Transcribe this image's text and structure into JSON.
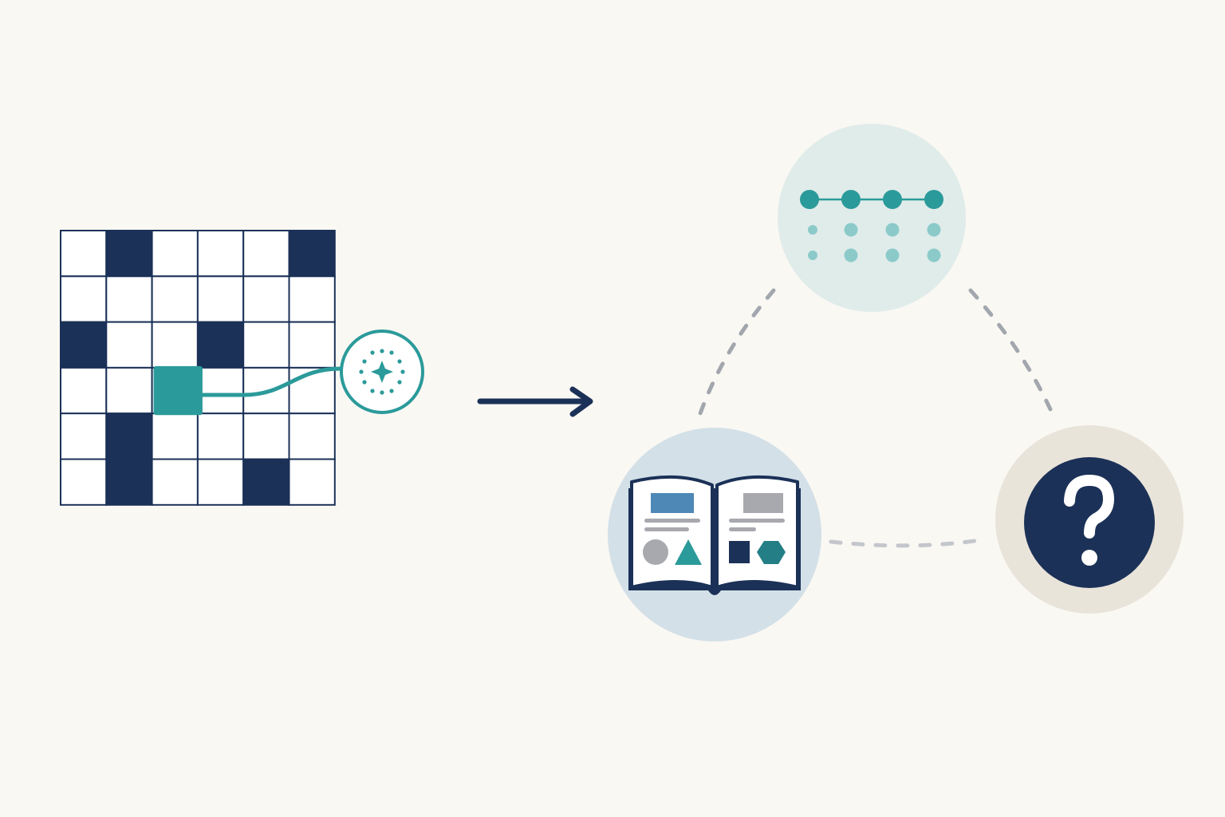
{
  "colors": {
    "background": "#faf8f3",
    "navy": "#1b3157",
    "teal": "#2b9a9a",
    "teal_light": "#8ccaca",
    "gray": "#a7a9ae",
    "dash": "#9ea3ab",
    "white": "#ffffff",
    "circle_top_fill": "#e0ecea",
    "circle_left_fill": "#d3e0e8",
    "circle_right_ring": "#e9e4da",
    "book_blue": "#4d88b6"
  },
  "grid": {
    "rows": 6,
    "cols": 6,
    "filled_cells": [
      [
        0,
        1
      ],
      [
        0,
        5
      ],
      [
        2,
        0
      ],
      [
        2,
        3
      ],
      [
        4,
        1
      ],
      [
        5,
        1
      ],
      [
        5,
        4
      ]
    ],
    "highlight_cell": [
      3,
      2
    ]
  },
  "icons": {
    "magnifier": "sparkle-lens-icon",
    "arrow": "right-arrow-icon",
    "sequence": "dot-sequence-icon",
    "book": "open-book-icon",
    "question": "question-mark-icon"
  },
  "question": {
    "glyph": "?"
  }
}
